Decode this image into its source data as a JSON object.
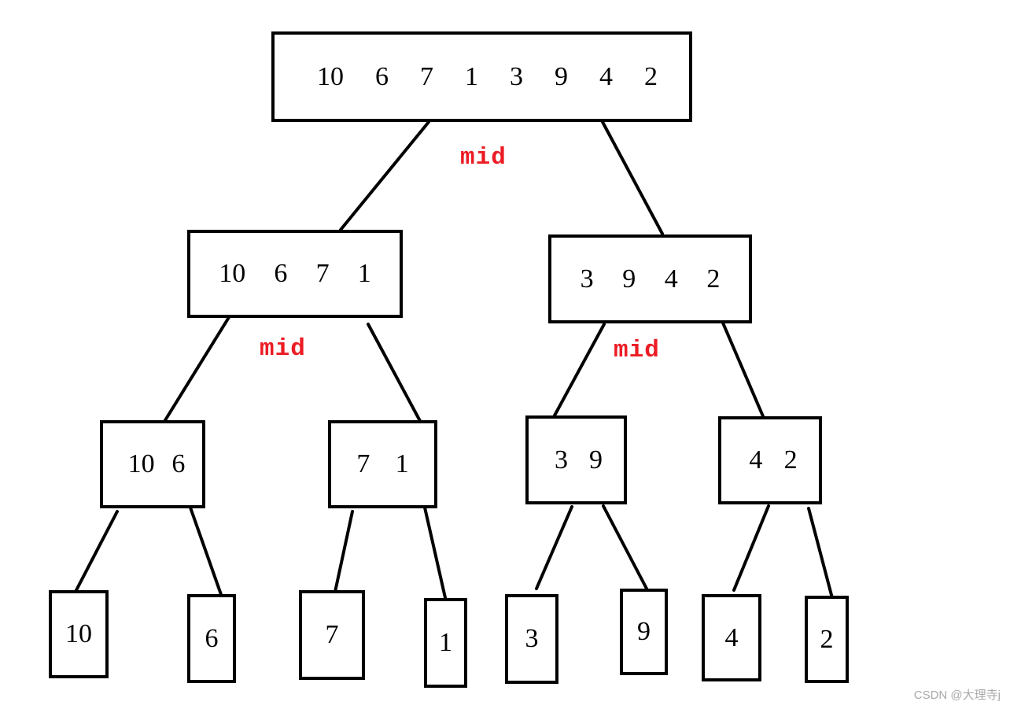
{
  "tree": {
    "root": {
      "values": [
        "10",
        "6",
        "7",
        "1",
        "3",
        "9",
        "4",
        "2"
      ]
    },
    "level2": [
      {
        "values": [
          "10",
          "6",
          "7",
          "1"
        ]
      },
      {
        "values": [
          "3",
          "9",
          "4",
          "2"
        ]
      }
    ],
    "level3": [
      {
        "values": [
          "10",
          "6"
        ]
      },
      {
        "values": [
          "7",
          "1"
        ]
      },
      {
        "values": [
          "3",
          "9"
        ]
      },
      {
        "values": [
          "4",
          "2"
        ]
      }
    ],
    "leaves": [
      "10",
      "6",
      "7",
      "1",
      "3",
      "9",
      "4",
      "2"
    ]
  },
  "labels": {
    "mid": [
      "mid",
      "mid",
      "mid"
    ]
  },
  "watermark": {
    "text": "CSDN @大理寺j"
  },
  "colors": {
    "mid_label": "#ec1c24",
    "line": "#000000",
    "box_border": "#000000",
    "watermark": "#a9a9a9"
  }
}
